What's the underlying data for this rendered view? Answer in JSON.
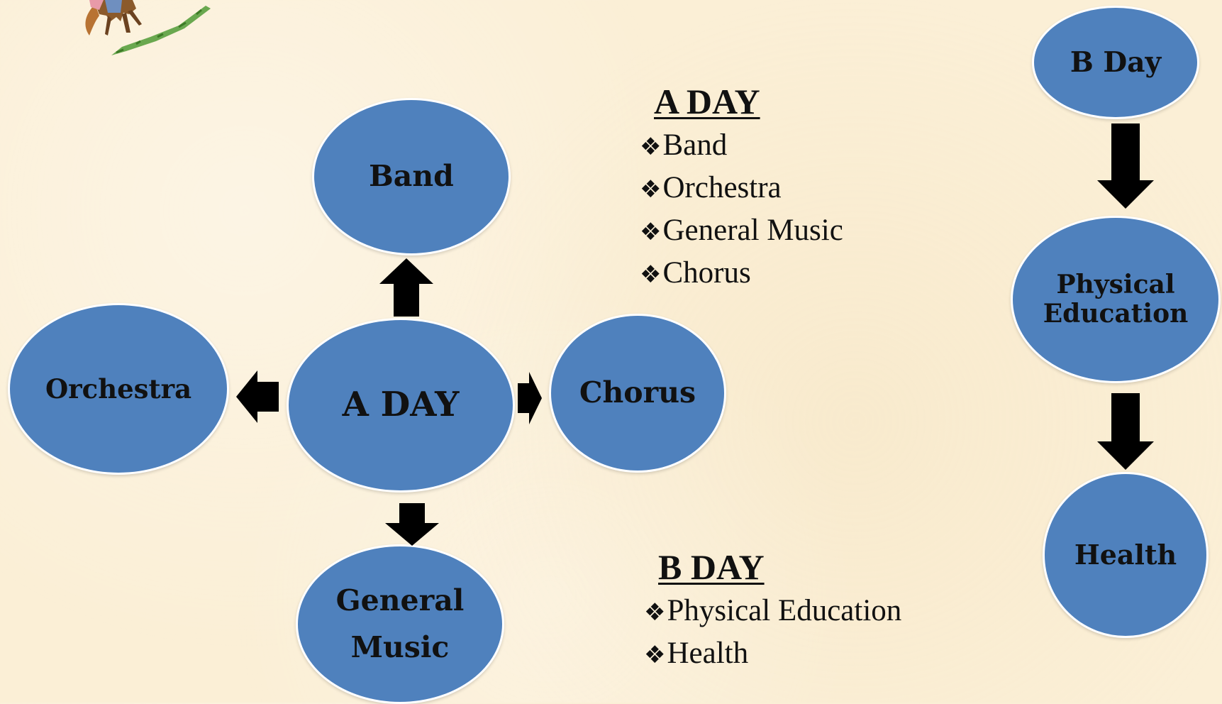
{
  "diagram": {
    "center_node": "A DAY",
    "a_day_nodes": {
      "top": "Band",
      "left": "Orchestra",
      "right": "Chorus",
      "bottom_line1": "General",
      "bottom_line2": "Music"
    },
    "b_day_flow": {
      "start": "B Day",
      "middle_line1": "Physical",
      "middle_line2": "Education",
      "end": "Health"
    }
  },
  "a_day_list": {
    "heading": "A DAY",
    "bullet": "❖",
    "items": [
      "Band",
      "Orchestra",
      "General Music",
      "Chorus"
    ]
  },
  "b_day_list": {
    "heading": "B DAY",
    "bullet": "❖",
    "items": [
      "Physical Education",
      "Health"
    ]
  },
  "colors": {
    "background": "#fbefd6",
    "oval_fill": "#4f81bd",
    "oval_border": "#ffffff",
    "arrow": "#000000",
    "text": "#111111"
  },
  "icons": {
    "clipart": "horse-rider-clipart",
    "list_bullet": "four-diamond-bullet"
  }
}
